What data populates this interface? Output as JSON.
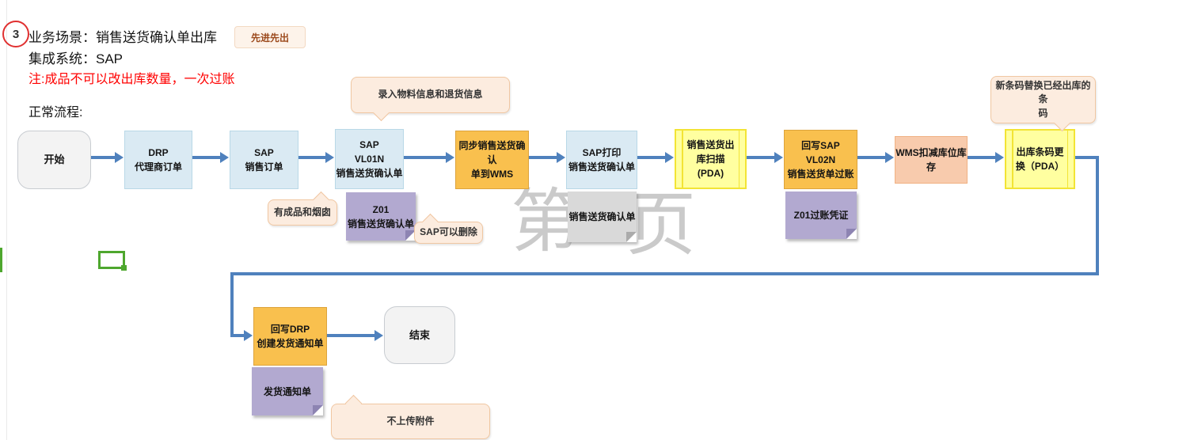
{
  "page": {
    "step_number": "3",
    "scenario": "业务场景：销售送货确认单出库",
    "badge": "先进先出",
    "system": "集成系统：SAP",
    "warning": "注:成品不可以改出库数量，一次过账",
    "section": "正常流程:"
  },
  "watermark": {
    "first": "第",
    "last": "页"
  },
  "nodes": {
    "start": "开始",
    "drp_order": "DRP\n代理商订单",
    "sales_order": "SAP\n销售订单",
    "vl01n": "SAP\nVL01N\n销售送货确认单",
    "sync_wms": "同步销售送货确认\n单到WMS",
    "sap_print": "SAP打印\n销售送货确认单",
    "outbound_scan": "销售送货出\n库扫描\n(PDA)",
    "vl02n": "回写SAP\nVL02N\n销售送货单过账",
    "wms_deduct": "WMS扣减库位库\n存",
    "barcode_swap": "出库条码更\n换（PDA）",
    "drp_writeback": "回写DRP\n创建发货通知单",
    "end": "结束"
  },
  "notes": {
    "z01_delivery": "Z01\n销售送货确认单",
    "delivery_confirm": "销售送货确认单",
    "z01_voucher": "Z01过账凭证",
    "ship_notice": "发货通知单"
  },
  "callouts": {
    "material_info": "录入物料信息和退货信息",
    "finished_goods": "有成品和烟囱",
    "sap_delete": "SAP可以删除",
    "new_barcode": "新条码替换已经出库的条\n码",
    "no_attachment": "不上传附件"
  },
  "colors": {
    "arrow": "#4f81bd",
    "box_blue": "#daeaf3",
    "box_blue_border": "#b9d8e7",
    "box_orange": "#f9c04e",
    "box_orange_border": "#dda33c",
    "box_yellow": "#ffffa0",
    "box_yellow_border": "#f2e435",
    "box_salmon": "#f8cbad",
    "box_salmon_border": "#f0b183",
    "note_purple": "#b2a9d0",
    "note_purple_fold": "#8d84b2",
    "note_gray": "#d9d9d9",
    "note_gray_fold": "#ababab",
    "callout_bg": "#fcecdf",
    "callout_border": "#f0c7a2",
    "terminator_bg": "#f3f3f3",
    "terminator_border": "#c8ccd1",
    "green": "#4ea72e",
    "watermark": "#cacaca",
    "red_text": "#ff0000",
    "badge_bg": "#fdf3ea",
    "badge_border": "#f3d9c2",
    "badge_text": "#9c4a1d"
  }
}
